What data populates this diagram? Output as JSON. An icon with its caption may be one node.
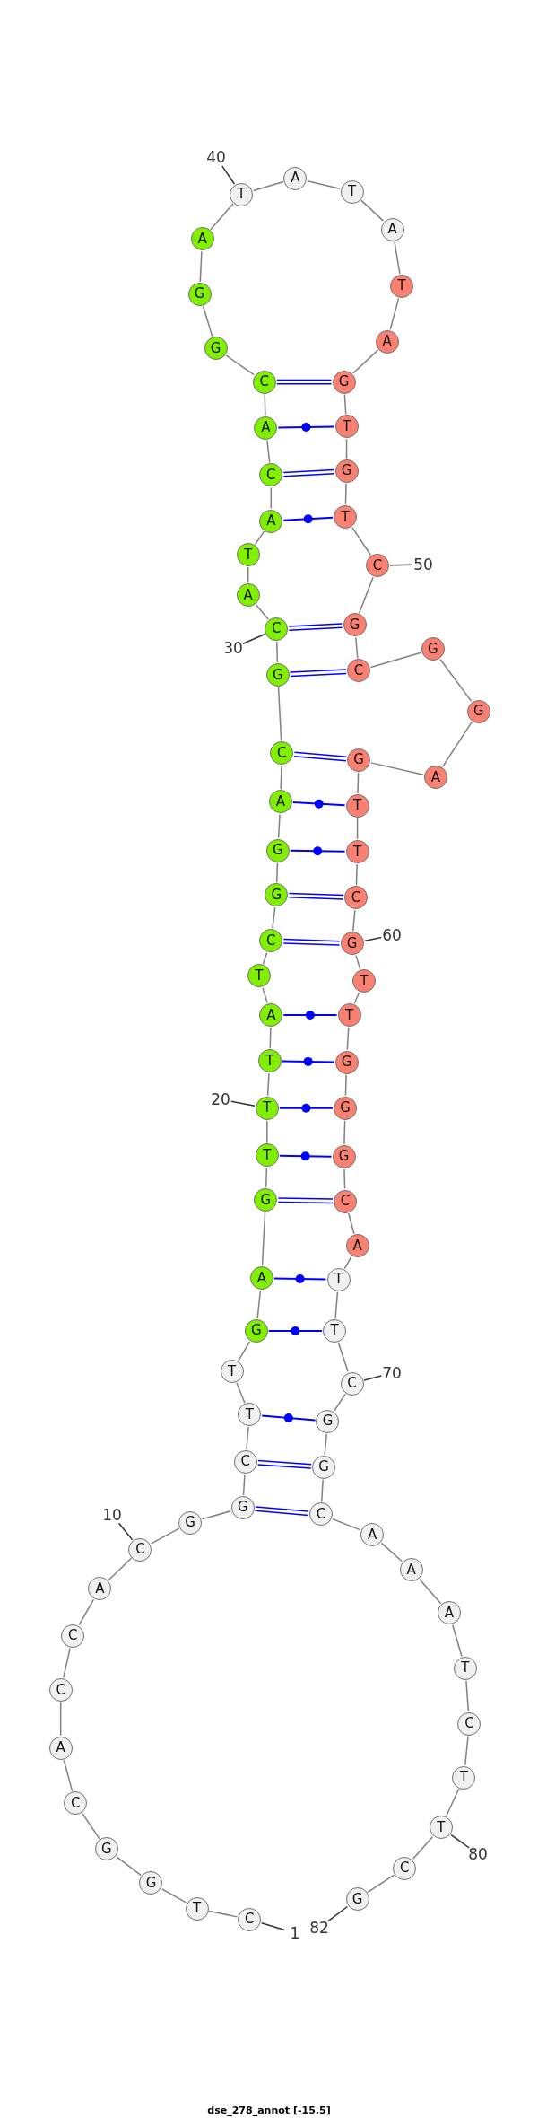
{
  "diagram": {
    "caption": "dse_278_annot [-15.5]",
    "nodes": [
      {
        "text": [
          "C"
        ]
      },
      {
        "text": [
          "T"
        ]
      },
      {
        "text": [
          "G"
        ]
      },
      {
        "text": [
          "G"
        ]
      },
      {
        "text": [
          "C"
        ]
      },
      {
        "text": [
          "A"
        ]
      },
      {
        "text": [
          "C"
        ]
      },
      {
        "text": [
          "C"
        ]
      },
      {
        "text": [
          "A"
        ]
      },
      {
        "text": [
          "C"
        ]
      },
      {
        "text": [
          "G"
        ]
      },
      {
        "text": [
          "G"
        ]
      },
      {
        "text": [
          "C"
        ]
      },
      {
        "text": [
          "T"
        ]
      },
      {
        "text": [
          "T"
        ]
      },
      {
        "text": [
          "G"
        ]
      },
      {
        "text": [
          "A"
        ]
      },
      {
        "text": [
          "G"
        ]
      },
      {
        "text": [
          "T"
        ]
      },
      {
        "text": [
          "T"
        ]
      },
      {
        "text": [
          "T"
        ]
      },
      {
        "text": [
          "A"
        ]
      },
      {
        "text": [
          "T"
        ]
      },
      {
        "text": [
          "C"
        ]
      },
      {
        "text": [
          "G"
        ]
      },
      {
        "text": [
          "G"
        ]
      },
      {
        "text": [
          "A"
        ]
      },
      {
        "text": [
          "C"
        ]
      },
      {
        "text": [
          "G"
        ]
      },
      {
        "text": [
          "C"
        ]
      },
      {
        "text": [
          "A"
        ]
      },
      {
        "text": [
          "T"
        ]
      },
      {
        "text": [
          "A"
        ]
      },
      {
        "text": [
          "C"
        ]
      },
      {
        "text": [
          "A"
        ]
      },
      {
        "text": [
          "C"
        ]
      },
      {
        "text": [
          "G"
        ]
      },
      {
        "text": [
          "G"
        ]
      },
      {
        "text": [
          "A"
        ]
      },
      {
        "text": [
          "T"
        ]
      },
      {
        "text": [
          "A"
        ]
      },
      {
        "text": [
          "T"
        ]
      },
      {
        "text": [
          "A"
        ]
      },
      {
        "text": [
          "T"
        ]
      },
      {
        "text": [
          "A"
        ]
      },
      {
        "text": [
          "G"
        ]
      },
      {
        "text": [
          "T"
        ]
      },
      {
        "text": [
          "G"
        ]
      },
      {
        "text": [
          "T"
        ]
      },
      {
        "text": [
          "C"
        ]
      },
      {
        "text": [
          "G"
        ]
      },
      {
        "text": [
          "C"
        ]
      },
      {
        "text": [
          "G"
        ]
      },
      {
        "text": [
          "G"
        ]
      },
      {
        "text": [
          "A"
        ]
      },
      {
        "text": [
          "G"
        ]
      },
      {
        "text": [
          "T"
        ]
      },
      {
        "text": [
          "T"
        ]
      },
      {
        "text": [
          "C"
        ]
      },
      {
        "text": [
          "G"
        ]
      },
      {
        "text": [
          "T"
        ]
      },
      {
        "text": [
          "T"
        ]
      },
      {
        "text": [
          "G"
        ]
      },
      {
        "text": [
          "G"
        ]
      },
      {
        "text": [
          "G"
        ]
      },
      {
        "text": [
          "C"
        ]
      },
      {
        "text": [
          "A"
        ]
      },
      {
        "text": [
          "T"
        ]
      },
      {
        "text": [
          "T"
        ]
      },
      {
        "text": [
          "C"
        ]
      },
      {
        "text": [
          "G"
        ]
      },
      {
        "text": [
          "G"
        ]
      },
      {
        "text": [
          "C"
        ]
      },
      {
        "text": [
          "A"
        ]
      },
      {
        "text": [
          "A"
        ]
      },
      {
        "text": [
          "A"
        ]
      },
      {
        "text": [
          "T"
        ]
      },
      {
        "text": [
          "C"
        ]
      },
      {
        "text": [
          "T"
        ]
      },
      {
        "text": [
          "T"
        ]
      },
      {
        "text": [
          "C"
        ]
      },
      {
        "text": [
          "G"
        ]
      },
      {
        "text": [
          "1"
        ]
      },
      {
        "text": [
          "10"
        ]
      },
      {
        "text": [
          "20"
        ]
      },
      {
        "text": [
          "30"
        ]
      },
      {
        "text": [
          "40"
        ]
      },
      {
        "text": [
          "50"
        ]
      },
      {
        "text": [
          "60"
        ]
      },
      {
        "text": [
          "70"
        ]
      },
      {
        "text": [
          "80"
        ]
      },
      {
        "text": [
          "82"
        ]
      }
    ],
    "edges": [
      {
        "from": 0,
        "to": 1,
        "arrow": "none"
      },
      {
        "from": 1,
        "to": 2,
        "arrow": "none"
      },
      {
        "from": 2,
        "to": 3,
        "arrow": "none"
      },
      {
        "from": 3,
        "to": 4,
        "arrow": "none"
      },
      {
        "from": 4,
        "to": 5,
        "arrow": "none"
      },
      {
        "from": 5,
        "to": 6,
        "arrow": "none"
      },
      {
        "from": 6,
        "to": 7,
        "arrow": "none"
      },
      {
        "from": 7,
        "to": 8,
        "arrow": "none"
      },
      {
        "from": 8,
        "to": 9,
        "arrow": "none"
      },
      {
        "from": 9,
        "to": 10,
        "arrow": "none"
      },
      {
        "from": 10,
        "to": 11,
        "arrow": "none"
      },
      {
        "from": 11,
        "to": 12,
        "arrow": "none"
      },
      {
        "from": 12,
        "to": 13,
        "arrow": "none"
      },
      {
        "from": 13,
        "to": 14,
        "arrow": "none"
      },
      {
        "from": 14,
        "to": 15,
        "arrow": "none"
      },
      {
        "from": 15,
        "to": 16,
        "arrow": "none"
      },
      {
        "from": 16,
        "to": 17,
        "arrow": "none"
      },
      {
        "from": 17,
        "to": 18,
        "arrow": "none"
      },
      {
        "from": 18,
        "to": 19,
        "arrow": "none"
      },
      {
        "from": 19,
        "to": 20,
        "arrow": "none"
      },
      {
        "from": 20,
        "to": 21,
        "arrow": "none"
      },
      {
        "from": 21,
        "to": 22,
        "arrow": "none"
      },
      {
        "from": 22,
        "to": 23,
        "arrow": "none"
      },
      {
        "from": 23,
        "to": 24,
        "arrow": "none"
      },
      {
        "from": 24,
        "to": 25,
        "arrow": "none"
      },
      {
        "from": 25,
        "to": 26,
        "arrow": "none"
      },
      {
        "from": 26,
        "to": 27,
        "arrow": "none"
      },
      {
        "from": 27,
        "to": 28,
        "arrow": "none"
      },
      {
        "from": 28,
        "to": 29,
        "arrow": "none"
      },
      {
        "from": 29,
        "to": 30,
        "arrow": "none"
      },
      {
        "from": 30,
        "to": 31,
        "arrow": "none"
      },
      {
        "from": 31,
        "to": 32,
        "arrow": "none"
      },
      {
        "from": 32,
        "to": 33,
        "arrow": "none"
      },
      {
        "from": 33,
        "to": 34,
        "arrow": "none"
      },
      {
        "from": 34,
        "to": 35,
        "arrow": "none"
      },
      {
        "from": 35,
        "to": 36,
        "arrow": "none"
      },
      {
        "from": 36,
        "to": 37,
        "arrow": "none"
      },
      {
        "from": 37,
        "to": 38,
        "arrow": "none"
      },
      {
        "from": 38,
        "to": 39,
        "arrow": "none"
      },
      {
        "from": 39,
        "to": 40,
        "arrow": "none"
      },
      {
        "from": 40,
        "to": 41,
        "arrow": "none"
      },
      {
        "from": 41,
        "to": 42,
        "arrow": "none"
      },
      {
        "from": 42,
        "to": 43,
        "arrow": "none"
      },
      {
        "from": 43,
        "to": 44,
        "arrow": "none"
      },
      {
        "from": 44,
        "to": 45,
        "arrow": "none"
      },
      {
        "from": 45,
        "to": 46,
        "arrow": "none"
      },
      {
        "from": 46,
        "to": 47,
        "arrow": "none"
      },
      {
        "from": 47,
        "to": 48,
        "arrow": "none"
      },
      {
        "from": 48,
        "to": 49,
        "arrow": "none"
      },
      {
        "from": 49,
        "to": 50,
        "arrow": "none"
      },
      {
        "from": 50,
        "to": 51,
        "arrow": "none"
      },
      {
        "from": 51,
        "to": 52,
        "arrow": "none"
      },
      {
        "from": 52,
        "to": 53,
        "arrow": "none"
      },
      {
        "from": 53,
        "to": 54,
        "arrow": "none"
      },
      {
        "from": 54,
        "to": 55,
        "arrow": "none"
      },
      {
        "from": 55,
        "to": 56,
        "arrow": "none"
      },
      {
        "from": 56,
        "to": 57,
        "arrow": "none"
      },
      {
        "from": 57,
        "to": 58,
        "arrow": "none"
      },
      {
        "from": 58,
        "to": 59,
        "arrow": "none"
      },
      {
        "from": 59,
        "to": 60,
        "arrow": "none"
      },
      {
        "from": 60,
        "to": 61,
        "arrow": "none"
      },
      {
        "from": 61,
        "to": 62,
        "arrow": "none"
      },
      {
        "from": 62,
        "to": 63,
        "arrow": "none"
      },
      {
        "from": 63,
        "to": 64,
        "arrow": "none"
      },
      {
        "from": 64,
        "to": 65,
        "arrow": "none"
      },
      {
        "from": 65,
        "to": 66,
        "arrow": "none"
      },
      {
        "from": 66,
        "to": 67,
        "arrow": "none"
      },
      {
        "from": 67,
        "to": 68,
        "arrow": "none"
      },
      {
        "from": 68,
        "to": 69,
        "arrow": "none"
      },
      {
        "from": 69,
        "to": 70,
        "arrow": "none"
      },
      {
        "from": 70,
        "to": 71,
        "arrow": "none"
      },
      {
        "from": 71,
        "to": 72,
        "arrow": "none"
      },
      {
        "from": 72,
        "to": 73,
        "arrow": "none"
      },
      {
        "from": 73,
        "to": 74,
        "arrow": "none"
      },
      {
        "from": 74,
        "to": 75,
        "arrow": "none"
      },
      {
        "from": 75,
        "to": 76,
        "arrow": "none"
      },
      {
        "from": 76,
        "to": 77,
        "arrow": "none"
      },
      {
        "from": 77,
        "to": 78,
        "arrow": "none"
      },
      {
        "from": 78,
        "to": 79,
        "arrow": "none"
      },
      {
        "from": 79,
        "to": 80,
        "arrow": "none"
      },
      {
        "from": 80,
        "to": 81,
        "arrow": "none"
      },
      {
        "from": 35,
        "to": 45,
        "arrow": "none",
        "color": "#0000ff"
      },
      {
        "from": 34,
        "to": 46,
        "arrow": "none",
        "color": "#0000ff"
      },
      {
        "from": 33,
        "to": 47,
        "arrow": "none",
        "color": "#0000ff"
      },
      {
        "from": 32,
        "to": 48,
        "arrow": "none",
        "color": "#0000ff"
      },
      {
        "from": 29,
        "to": 50,
        "arrow": "none",
        "color": "#0000ff"
      },
      {
        "from": 28,
        "to": 51,
        "arrow": "none",
        "color": "#0000ff"
      },
      {
        "from": 27,
        "to": 55,
        "arrow": "none",
        "color": "#0000ff"
      },
      {
        "from": 26,
        "to": 56,
        "arrow": "none",
        "color": "#0000ff"
      },
      {
        "from": 25,
        "to": 57,
        "arrow": "none",
        "color": "#0000ff"
      },
      {
        "from": 24,
        "to": 58,
        "arrow": "none",
        "color": "#0000ff"
      },
      {
        "from": 23,
        "to": 59,
        "arrow": "none",
        "color": "#0000ff"
      },
      {
        "from": 21,
        "to": 61,
        "arrow": "none",
        "color": "#0000ff"
      },
      {
        "from": 20,
        "to": 62,
        "arrow": "none",
        "color": "#0000ff"
      },
      {
        "from": 19,
        "to": 63,
        "arrow": "none",
        "color": "#0000ff"
      },
      {
        "from": 18,
        "to": 64,
        "arrow": "none",
        "color": "#0000ff"
      },
      {
        "from": 17,
        "to": 65,
        "arrow": "none",
        "color": "#0000ff"
      },
      {
        "from": 16,
        "to": 67,
        "arrow": "none",
        "color": "#0000ff"
      },
      {
        "from": 15,
        "to": 68,
        "arrow": "none",
        "color": "#0000ff"
      },
      {
        "from": 13,
        "to": 70,
        "arrow": "none",
        "color": "#0000ff"
      },
      {
        "from": 12,
        "to": 71,
        "arrow": "none",
        "color": "#0000ff"
      },
      {
        "from": 11,
        "to": 72,
        "arrow": "none",
        "color": "#0000ff"
      },
      {
        "from": 82,
        "to": 0,
        "arrow": "none"
      },
      {
        "from": 83,
        "to": 9,
        "arrow": "none"
      },
      {
        "from": 84,
        "to": 19,
        "arrow": "none"
      },
      {
        "from": 85,
        "to": 29,
        "arrow": "none"
      },
      {
        "from": 86,
        "to": 39,
        "arrow": "none"
      },
      {
        "from": 87,
        "to": 49,
        "arrow": "none"
      },
      {
        "from": 88,
        "to": 59,
        "arrow": "none"
      },
      {
        "from": 89,
        "to": 69,
        "arrow": "none"
      },
      {
        "from": 90,
        "to": 79,
        "arrow": "none"
      },
      {
        "from": 91,
        "to": 81,
        "arrow": "none"
      }
    ]
  }
}
